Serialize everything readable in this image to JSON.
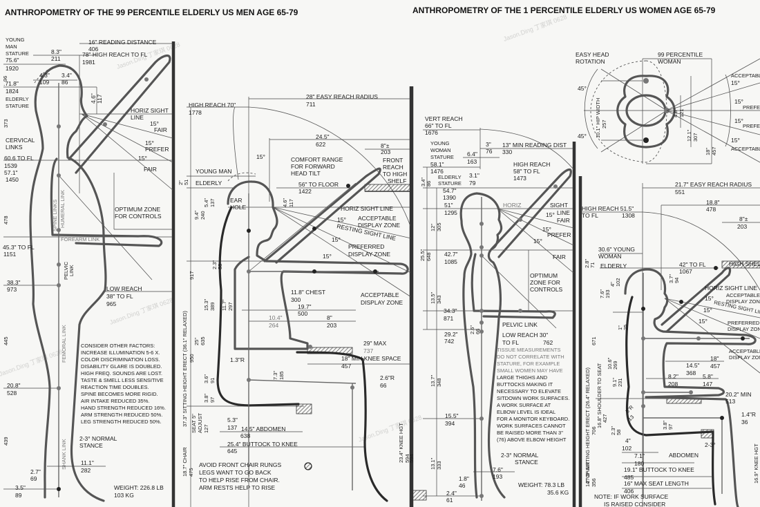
{
  "titles": {
    "left": "ANTHROPOMETRY OF THE 99 PERCENTILE ELDERLY US MEN AGE 65-79",
    "right": "ANTHROPOMETRY OF THE 1 PERCENTILE ELDERLY US WOMEN AGE 65-79"
  },
  "men_standing": {
    "young_man_stature": [
      "YOUNG",
      "MAN",
      "STATURE",
      "75.6\"",
      "1920"
    ],
    "elderly_stature": [
      ".71.8\"",
      "1824",
      "ELDERLY",
      "STATURE"
    ],
    "diff_96": "96",
    "v373": "373",
    "reading_distance": [
      "16\" READING DISTANCE",
      "406"
    ],
    "high_reach": [
      "78\" HIGH REACH TO FL",
      "1981"
    ],
    "head_depth": [
      "8.3\"",
      "211"
    ],
    "head_back": [
      "4.3\"",
      "109"
    ],
    "head_front": [
      "3.4\"",
      "86"
    ],
    "eye_drop": [
      "4.6\"",
      "117"
    ],
    "horiz_sight": [
      "HORIZ SIGHT",
      "LINE"
    ],
    "angles": [
      "15°",
      "FAIR",
      "15°",
      "PREFER",
      "15°",
      "FAIR"
    ],
    "cervical": [
      "CERVICAL",
      "LINKS"
    ],
    "shoulder_fl": [
      "60.6 TO FL",
      "1539",
      "57.1\"",
      "1450"
    ],
    "v478": "478",
    "links": [
      "SPINE LINKS",
      "HUMERAL LINK",
      "FOREARM LINK",
      "PELVIC",
      "LINK",
      "FEMORAL LINK",
      "SHANK LINK"
    ],
    "optimum_zone": [
      "OPTIMUM ZONE",
      "FOR CONTROLS"
    ],
    "elbow_fl": [
      "45.3\" TO FL",
      "1151"
    ],
    "hip_fl": [
      "38.3\"",
      "973"
    ],
    "low_reach": [
      "LOW REACH",
      "38\" TO FL",
      "965"
    ],
    "v445": "445",
    "knee_fl": [
      "20.8\"",
      "528"
    ],
    "v439": "439",
    "factors": [
      "CONSIDER OTHER FACTORS:",
      "INCREASE ILLUMINATION 5-6 X.",
      "COLOR DISCRIMINATION LOSS.",
      "DISABILITY GLARE IS  DOUBLED.",
      "HIGH FREQ. SOUNDS ARE LOST.",
      "TASTE & SMELL LESS SENSITIVE",
      "REACTION TIME DOUBLES.",
      "SPINE BECOMES MORE RIGID.",
      "AIR INTAKE REDUCED 35%.",
      "HAND STRENGTH REDUCED 16%.",
      "ARM STRENGTH REDUCED 50%.",
      "LEG STRENGTH REDUCED 50%."
    ],
    "stance": [
      "2-3° NORMAL",
      "STANCE"
    ],
    "foot_len": [
      "11.1\"",
      "282"
    ],
    "ankle": [
      "2.7\"",
      "69"
    ],
    "ankle_h": [
      "3.5\"",
      "89"
    ],
    "weight": [
      "WEIGHT: 226.8 LB",
      "103 KG"
    ]
  },
  "men_seated": {
    "high_reach": [
      "HIGH REACH 70\"",
      "1778"
    ],
    "easy_reach": [
      "28\" EASY REACH RADIUS",
      "711"
    ],
    "reach_24": [
      "24.5\"",
      "622"
    ],
    "front_reach": [
      "8\"±",
      "203",
      "FRONT",
      "REACH",
      "TO HIGH",
      "SHELF"
    ],
    "comfort": [
      "15°",
      "COMFORT RANGE",
      "FOR FORWARD",
      "HEAD TILT"
    ],
    "young_man": "YOUNG MAN",
    "elderly": "ELDERLY",
    "v2_51": [
      "2\"",
      "51"
    ],
    "floor56": [
      "56\" TO FLOOR",
      "1422"
    ],
    "ear_hole": [
      "EAR",
      "HOLE"
    ],
    "eye_dims": [
      "5.4\"",
      "137",
      "9.4\"",
      "240",
      "4.6\"",
      "117"
    ],
    "horiz_sight": "HORIZ SIGHT LINE",
    "acceptable1": [
      "ACCEPTABLE",
      "DISPLAY ZONE"
    ],
    "resting": "RESTING SIGHT LINE",
    "preferred": [
      "PREFERRED",
      "DISPLAY ZONE"
    ],
    "angles": [
      "15°",
      "15°",
      "15°"
    ],
    "acceptable2": [
      "ACCEPTABLE",
      "DISPLAY ZONE"
    ],
    "sitting_height": "37.3\" SITTING HEIGHT ERECT (36.1\" RELAXED)",
    "v917": "917",
    "v950": "950",
    "shoulder": [
      "2.3\"",
      "58",
      "15.3\"",
      "389",
      "11.7\"",
      "297",
      "25\"",
      "635"
    ],
    "chest": [
      "11.8\" CHEST",
      "300"
    ],
    "forearm": [
      "19.7\"",
      "500",
      "10.4\"",
      "264",
      "8\"",
      "203"
    ],
    "max29": [
      "29\" MAX",
      "737"
    ],
    "knee_space": [
      "18\" MIN KNEE SPACE",
      "457"
    ],
    "radius13": "1.3\"R",
    "thigh": [
      "3.6\"",
      "91",
      "7.3\"",
      "185",
      "3.8\"",
      "97"
    ],
    "knee_r": [
      "2.6\"R",
      "66"
    ],
    "seat": [
      "SEAT 5\"",
      "ADJUST",
      "127"
    ],
    "abdomen": [
      "5.3\"",
      "137",
      "14.5\" ABDOMEN",
      "638"
    ],
    "buttock_knee": [
      "25.4\" BUTTOCK TO KNEE",
      "645"
    ],
    "knee_hgt": [
      "23.4\" KNEE HGT",
      "594"
    ],
    "chair": [
      "18.7\" CHAIR",
      "475"
    ],
    "advice": [
      "AVOID FRONT CHAIR RUNGS",
      "LEGS WANT TO GO BACK",
      "TO HELP RISE FROM CHAIR.",
      "ARM RESTS HELP TO RISE"
    ]
  },
  "women_standing": {
    "vert_reach": [
      "VERT REACH",
      "66\" TO FL",
      "1676"
    ],
    "young_woman": [
      "YOUNG",
      "WOMAN",
      "STATURE",
      "58.1\"",
      "1476"
    ],
    "elderly": [
      "ELDERLY",
      "STATURE",
      "54.7\"",
      "1390"
    ],
    "head": [
      "3\"",
      "76",
      "6.4\"",
      "163",
      "3.1\"",
      "79"
    ],
    "reading": [
      "13\" MIN READING DIST",
      "330"
    ],
    "high_reach": [
      "HIGH REACH",
      "58\" TO FL",
      "1473"
    ],
    "side_v": [
      "3.4\"",
      "86",
      "12\"",
      "305",
      "25.5\"",
      "648",
      "13.5\"",
      "343",
      "13.7\"",
      "348",
      "13.1\"",
      "333"
    ],
    "eye": [
      "51\"",
      "1295"
    ],
    "shoulder": [
      "42.7\"",
      "1085"
    ],
    "elbow": [
      "34.3\"",
      "871"
    ],
    "hip": [
      "29.2\"",
      "742"
    ],
    "knee": [
      "15.5\"",
      "394"
    ],
    "pelvic_dim": [
      "2.6\"",
      "66"
    ],
    "horiz": [
      "HORIZ",
      "SIGHT",
      "LINE"
    ],
    "angles": [
      "15°",
      "FAIR",
      "15°",
      "PREFER",
      "15°",
      "FAIR"
    ],
    "optimum": [
      "OPTIMUM",
      "ZONE FOR",
      "CONTROLS"
    ],
    "pelvic_link": "PELVIC LINK",
    "low_reach": [
      "LOW REACH 30\"",
      "TO FL",
      "762"
    ],
    "tissue": [
      "TISSUE MEASUREMENTS",
      "DO NOT CORRELATE WITH",
      "STATURE, FOR EXAMPLE",
      "SMALL WOMEN MAY HAVE",
      "LARGE THIGHS AND",
      "BUTTOCKS MAKING IT",
      "NECESSARY TO ELEVATE",
      "SITDOWN WORK SURFACES.",
      "A WORK SURFACE AT",
      "ELBOW LEVEL IS IDEAL",
      "FOR A MONITOR KEYBOARD.",
      "WORK SURFACES CANNOT",
      "BE RAISED MORE THAN 3\"",
      "(76) ABOVE ELBOW HEIGHT"
    ],
    "stance": [
      "2-3° NORMAL",
      "STANCE"
    ],
    "foot": [
      "7.6\"",
      "193"
    ],
    "ankle": [
      "1.8\"",
      "46",
      "2.4\"",
      "61"
    ],
    "weight": [
      "WEIGHT: 78.3 LB",
      "35.6 KG"
    ],
    "v594": "594"
  },
  "women_top": {
    "easy_head": [
      "EASY HEAD",
      "ROTATION"
    ],
    "percentile": [
      "99 PERCENTILE",
      "WOMAN"
    ],
    "angles45": [
      "45°",
      "45°"
    ],
    "hip_width": [
      "10.1\" HIP WIDTH",
      "257"
    ],
    "dims": [
      "4.8\"",
      "121",
      "12.1\"",
      "307",
      "18\"",
      "457"
    ],
    "zones": [
      "ACCEPTABLE",
      "15°",
      "15°",
      "PREFER",
      "15°",
      "PREFER",
      "15°",
      "ACCEPTABLE"
    ]
  },
  "women_seated": {
    "easy_reach": [
      "21.7\" EASY REACH RADIUS",
      "551"
    ],
    "reach18": [
      "18.8\"",
      "478"
    ],
    "shelf": [
      "8\"±",
      "203",
      "HIGH SHELF"
    ],
    "high_reach": [
      "HIGH REACH 51.5\"",
      "TO FL",
      "1308"
    ],
    "young": [
      "30.6\" YOUNG",
      "WOMAN",
      "ELDERLY",
      "2.8\"",
      "71"
    ],
    "fl42": [
      "42\" TO FL",
      "1067"
    ],
    "head": [
      "4\"",
      "102",
      "7.6\"",
      "193",
      "3.7\"",
      "94",
      "1\"",
      "25"
    ],
    "horiz": "HORIZ SIGHT LINE",
    "acceptable": [
      "ACCEPTABLE",
      "DISPLAY ZONE"
    ],
    "resting": "RESTING SIGHT LINE",
    "preferred": [
      "PREFERRED",
      "DISPLAY ZONE"
    ],
    "angles": [
      "15°",
      "15°",
      "15°"
    ],
    "sitting": "27.8\" SITTING HEIGHT ERECT (26.4\" RELAXED)",
    "v706": "706",
    "v671": "671",
    "shoulder_seat": [
      "16.8\" SHOULDER TO SEAT",
      "427"
    ],
    "arm": [
      "10.6\"",
      "269",
      "9.1\"",
      "231"
    ],
    "forearm": [
      "18\"",
      "457",
      "14.5\"",
      "368",
      "8.2\"",
      "208",
      "5.8\"",
      "147"
    ],
    "min": [
      "20.2\" MIN",
      "513"
    ],
    "acceptable2": [
      "ACCEPTABLE",
      "DISPLAY ZONE"
    ],
    "radius": [
      ".5\"R",
      "13",
      "1.4\"R",
      "36"
    ],
    "thigh": [
      "2.3\"",
      "58",
      "3.8\"",
      "97",
      "2-3°"
    ],
    "seat": [
      "4\"",
      "102",
      "7.1\"",
      "180",
      "ABDOMEN"
    ],
    "buttock": [
      "19.1\" BUTTOCK TO KNEE",
      "485"
    ],
    "max_seat": [
      "16\" MAX SEAT LENGTH",
      "406"
    ],
    "chair": [
      "14\" CHAIR",
      "356"
    ],
    "knee": "16.9\" KNEE HGT",
    "note": [
      "NOTE: IF WORK SURFACE",
      "IS RAISED CONSIDER"
    ]
  },
  "watermark": "Jason.Ding 丁家琪 0628"
}
